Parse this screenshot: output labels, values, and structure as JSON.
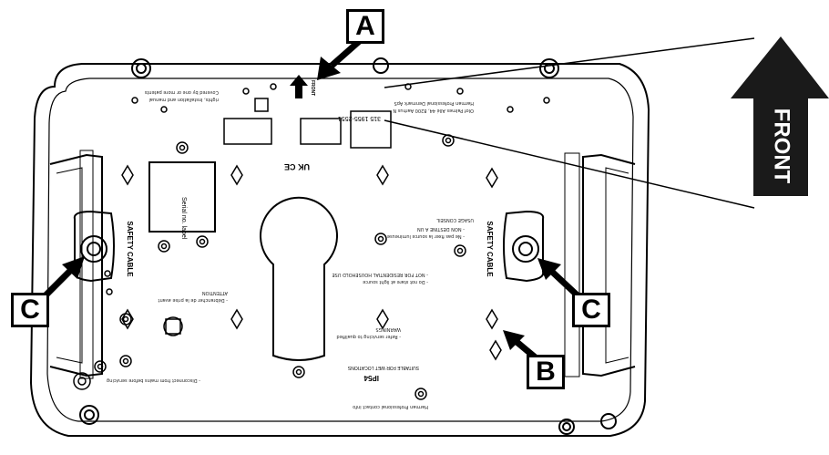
{
  "callouts": {
    "a": "A",
    "b": "B",
    "c_left": "C",
    "c_right": "C"
  },
  "front_label": "FRONT",
  "small_front_label": "FRONT",
  "safety_cable_left": "SAFETY CABLE",
  "safety_cable_right": "SAFETY CABLE",
  "serial_label": "Serial no. label",
  "ce_marks": "UK CE",
  "ip_text": "IP54",
  "ip_desc": "SUITABLE FOR WET LOCATIONS",
  "part_no": "315 1955-2551",
  "colors": {
    "line": "#000000",
    "fill": "#ffffff",
    "gray": "#555555"
  }
}
